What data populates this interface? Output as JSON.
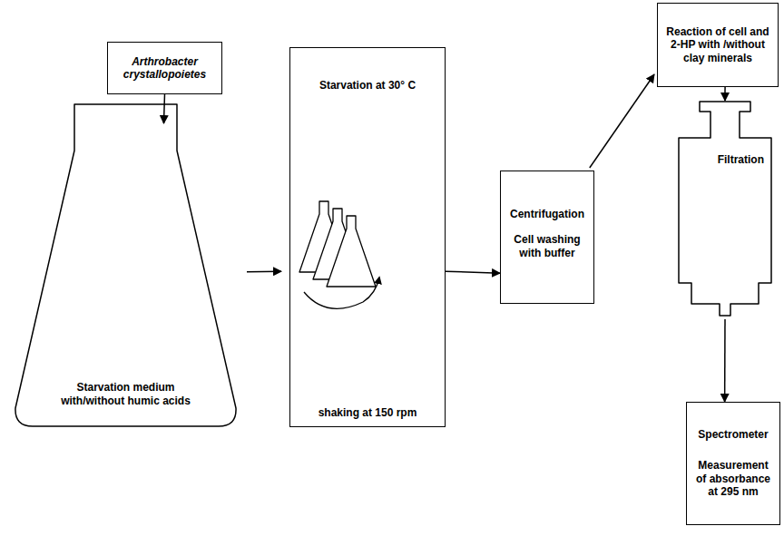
{
  "diagram": {
    "nodes": [
      {
        "text": [
          "Arthrobacter crystallopoietes"
        ]
      },
      {
        "text": [
          "Starvation medium with/without humic acids"
        ]
      },
      {
        "text": [
          "Starvation at 30° C",
          "shaking at 150 rpm"
        ]
      },
      {
        "text": [
          "Centrifugation",
          "Cell washing with buffer"
        ]
      },
      {
        "text": [
          "Reaction of cell and 2-HP with /without clay minerals"
        ]
      },
      {
        "text": [
          "Filtration"
        ]
      },
      {
        "text": [
          "Spectrometer",
          "Measurement of absorbance at 295 nm"
        ]
      }
    ],
    "edges": [
      {
        "from": 0,
        "to": 1,
        "arrow": "to"
      },
      {
        "from": 1,
        "to": 2,
        "arrow": "to"
      },
      {
        "from": 2,
        "to": 3,
        "arrow": "to"
      },
      {
        "from": 3,
        "to": 4,
        "arrow": "to"
      },
      {
        "from": 4,
        "to": 5,
        "arrow": "to"
      },
      {
        "from": 5,
        "to": 6,
        "arrow": "to"
      }
    ]
  }
}
